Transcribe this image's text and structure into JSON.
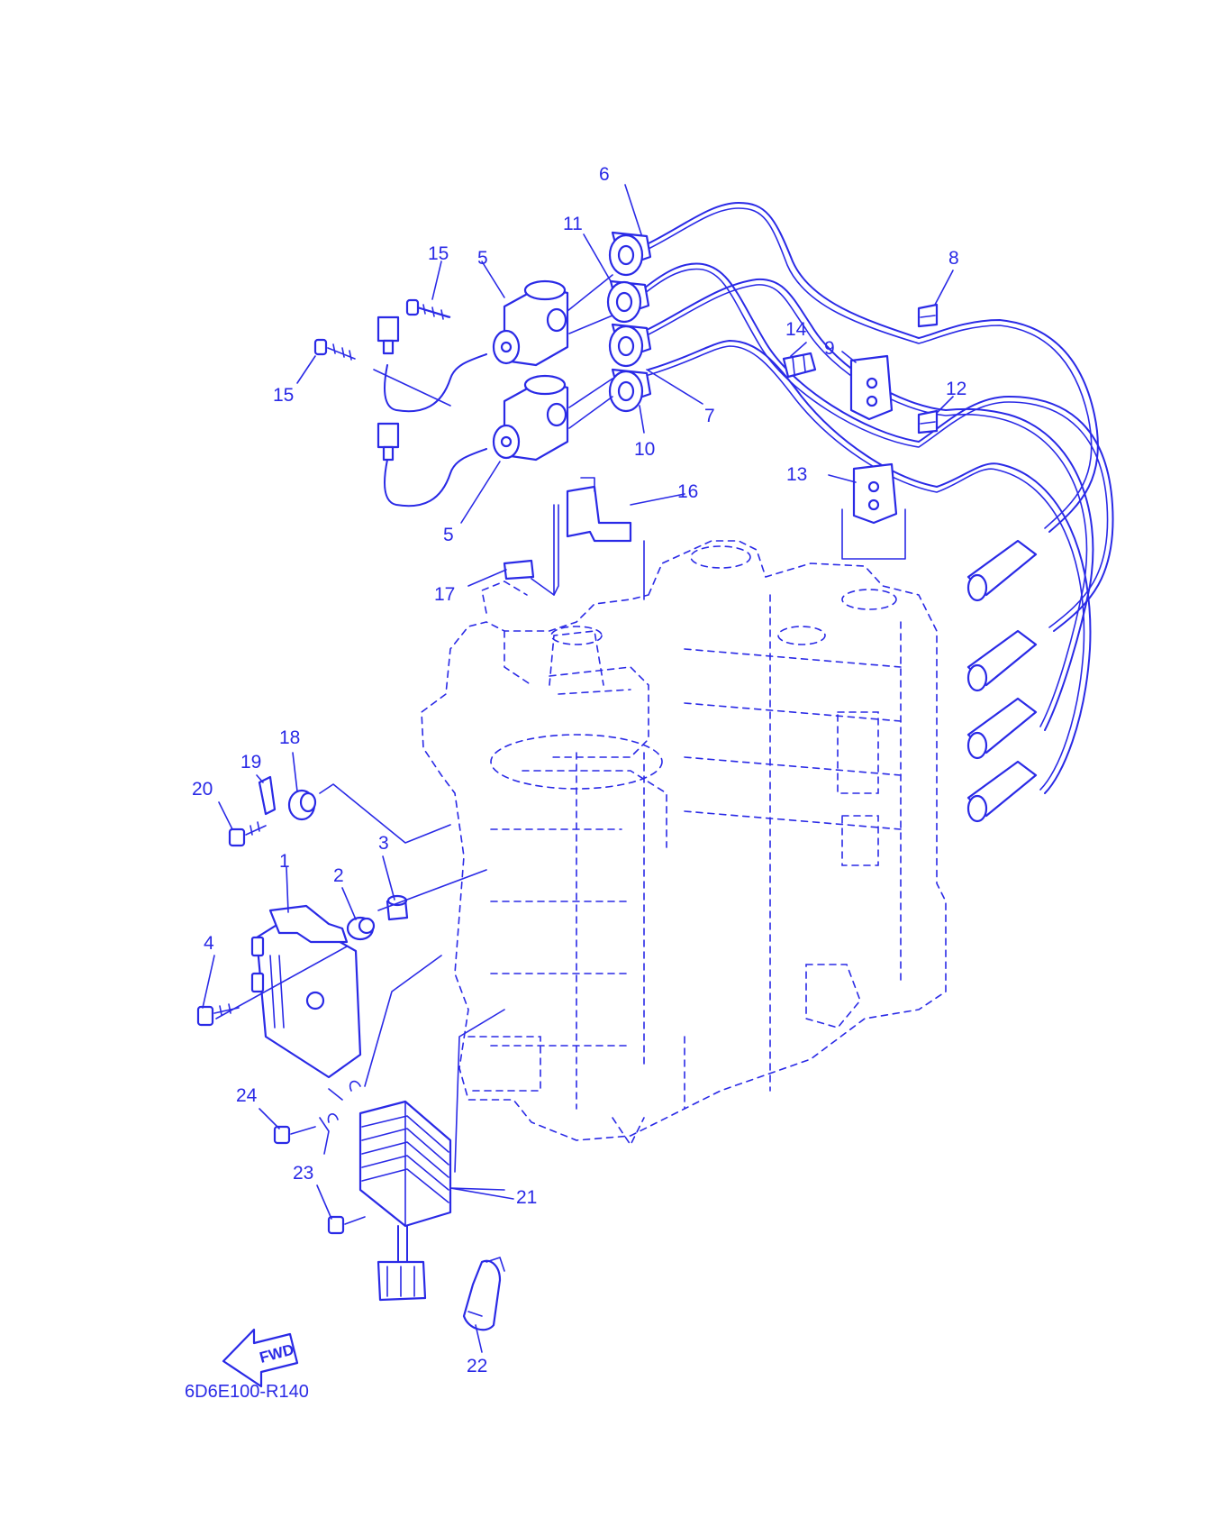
{
  "diagram": {
    "drawing_code": "6D6E100-R140",
    "direction_marker": "FWD",
    "line_color": "#2a2ae6",
    "background_color": "#ffffff",
    "callouts": [
      "1",
      "2",
      "3",
      "4",
      "5",
      "5",
      "6",
      "7",
      "8",
      "9",
      "10",
      "11",
      "12",
      "13",
      "14",
      "15",
      "15",
      "16",
      "17",
      "18",
      "19",
      "20",
      "21",
      "22",
      "23",
      "24"
    ]
  }
}
